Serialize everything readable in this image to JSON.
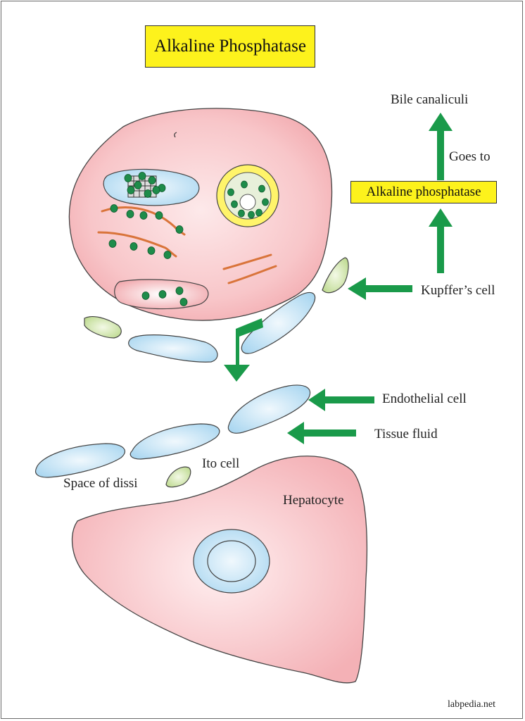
{
  "diagram": {
    "title": "Alkaline Phosphatase",
    "labels": {
      "bile_canaliculi": "Bile canaliculi",
      "goes_to": "Goes to",
      "alkaline_phosphatase": "Alkaline phosphatase",
      "kupffer_cell": "Kupffer’s cell",
      "endothelial_cell": "Endothelial cell",
      "tissue_fluid": "Tissue fluid",
      "ito_cell": "Ito cell",
      "space_of_dissi": "Space of dissi",
      "hepatocyte": "Hepatocyte"
    },
    "watermark": "labpedia.net",
    "colors": {
      "title_box": "#fdf21c",
      "cell_pink": "#f6b9bd",
      "endothelial_blue": "#bfe0f3",
      "kupffer_green": "#cfe4a8",
      "granule_green": "#1e8c4a",
      "arrow_green": "#1a9a4a",
      "er_orange": "#d9743a"
    }
  }
}
